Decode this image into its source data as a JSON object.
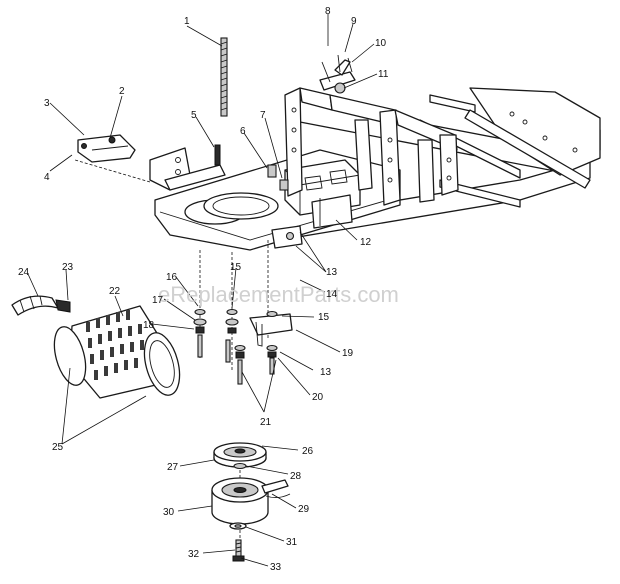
{
  "watermark": "eReplacementParts.com",
  "callouts": [
    {
      "id": "c1",
      "text": "1"
    },
    {
      "id": "c2",
      "text": "2"
    },
    {
      "id": "c3",
      "text": "3"
    },
    {
      "id": "c4",
      "text": "4"
    },
    {
      "id": "c5",
      "text": "5"
    },
    {
      "id": "c6",
      "text": "6"
    },
    {
      "id": "c7",
      "text": "7"
    },
    {
      "id": "c8",
      "text": "8"
    },
    {
      "id": "c9",
      "text": "9"
    },
    {
      "id": "c10",
      "text": "10"
    },
    {
      "id": "c11",
      "text": "11"
    },
    {
      "id": "c12",
      "text": "12"
    },
    {
      "id": "c13a",
      "text": "13"
    },
    {
      "id": "c13b",
      "text": "13"
    },
    {
      "id": "c14",
      "text": "14"
    },
    {
      "id": "c15a",
      "text": "15"
    },
    {
      "id": "c15b",
      "text": "15"
    },
    {
      "id": "c16",
      "text": "16"
    },
    {
      "id": "c17",
      "text": "17"
    },
    {
      "id": "c18",
      "text": "18"
    },
    {
      "id": "c19",
      "text": "19"
    },
    {
      "id": "c20",
      "text": "20"
    },
    {
      "id": "c21",
      "text": "21"
    },
    {
      "id": "c22",
      "text": "22"
    },
    {
      "id": "c23",
      "text": "23"
    },
    {
      "id": "c24",
      "text": "24"
    },
    {
      "id": "c25",
      "text": "25"
    },
    {
      "id": "c26",
      "text": "26"
    },
    {
      "id": "c27",
      "text": "27"
    },
    {
      "id": "c28",
      "text": "28"
    },
    {
      "id": "c29",
      "text": "29"
    },
    {
      "id": "c30",
      "text": "30"
    },
    {
      "id": "c31",
      "text": "31"
    },
    {
      "id": "c32",
      "text": "32"
    },
    {
      "id": "c33",
      "text": "33"
    }
  ]
}
